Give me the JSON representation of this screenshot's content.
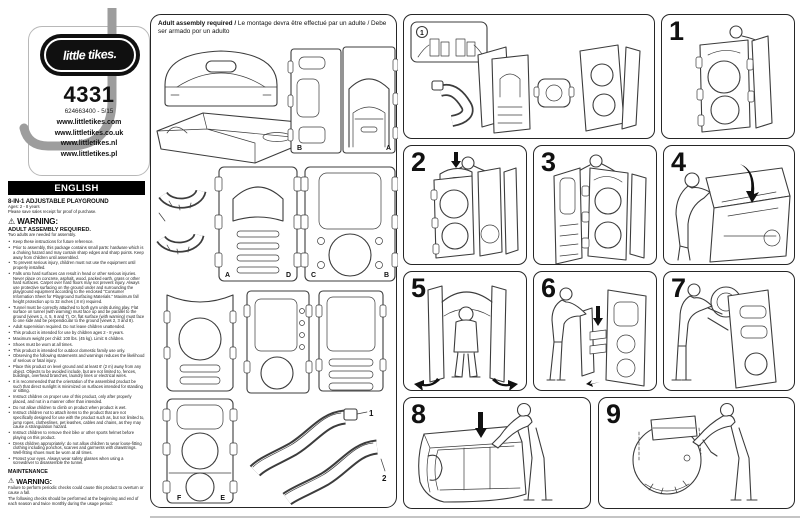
{
  "brand": {
    "logo_text": "little tikes.",
    "model_number": "4331",
    "part_code": "624663400 - 5/15",
    "websites": [
      "www.littletikes.com",
      "www.littletikes.co.uk",
      "www.littletikes.nl",
      "www.littletikes.pl"
    ]
  },
  "english": {
    "header": "ENGLISH",
    "product_title": "8-IN-1 ADJUSTABLE PLAYGROUND",
    "ages": "Ages: 2 - 8 years",
    "receipt_note": "Please save sales receipt for proof of purchase.",
    "warning_label": "WARNING:",
    "adult_assembly_heading": "ADULT ASSEMBLY REQUIRED.",
    "adult_assembly_sub": "Two adults are needed for assembly.",
    "bullets": [
      "Keep these instructions for future reference.",
      "Prior to assembly, this package contains small parts: hardware which is a choking hazard and may contain sharp edges and sharp points. Keep away from children until assembled.",
      "To prevent serious injury, children must not use the equipment until properly installed.",
      "Falls onto hard surfaces can result in head or other serious injuries. Never place on concrete, asphalt, wood, packed earth, grass or other hard surfaces. Carpet over hard floors may not prevent injury. Always use protective surfacing on the ground under and surrounding the playground equipment according to the enclosed \"Consumer Information Sheet for Playground Surfacing Materials.\" Maximum fall height protection up to 32 inches (.8 m) required.",
      "Tunnel must be correctly attached to both gym units during play. Flat surface on tunnel (with warning) must face up and be parallel to the ground (views 1, 4, 5, 6 and 7). Or, flat surface (with warning) must face to one side and be perpendicular to the ground (views 2, 3 and 8).",
      "Adult supervision required. Do not leave children unattended.",
      "This product is intended for use by children ages 2 - 8 years.",
      "Maximum weight per child: 100 lbs. (45 kg). Limit: 6 children.",
      "Shoes must be worn at all times.",
      "This product is intended for outdoor domestic family use only.",
      "Observing the following statements and warnings reduces the likelihood of serious or fatal injury.",
      "Place this product on level ground and at least 6' (2 m) away from any object. Objects to be avoided include, but are not limited to, fences, buildings, overhead branches, laundry lines or electrical wires.",
      "It is recommended that the orientation of the assembled product be such that direct sunlight is minimized on surfaces intended for standing or sitting.",
      "Instruct children on proper use of this product, only after properly placed, and not in a manner other than intended.",
      "Do not allow children to climb on product when product is wet.",
      "Instruct children not to attach items to the product that are not specifically designed for use with the product such as, but not limited to, jump ropes, clotheslines, pet leashes, cables and chains, as they may cause a strangulation hazard.",
      "Instruct children to remove their bike or other sports helmet before playing on this product.",
      "Dress children appropriately: do not allow children to wear loose-fitting clothing including ponchos, scarves and garments with drawstrings. Well-fitting shoes must be worn at all times.",
      "Protect your eyes. Always wear safety glasses when using a screwdriver to disassemble the tunnel."
    ],
    "maintenance": {
      "heading": "MAINTENANCE",
      "warning_label": "WARNING:",
      "text1": "Failure to perform periodic checks could cause this product to overturn or cause a fall.",
      "text2": "The following checks should be performed at the beginning and end of each season and twice monthly during the usage period:"
    }
  },
  "parts": {
    "header_bold": "Adult assembly required /",
    "header_rest": " Le montage devra être effectué par un adulte / Debe ser armado por un adulto",
    "panel_letter_labels": [
      "B",
      "A",
      "A",
      "D",
      "C",
      "B",
      "F",
      "E"
    ],
    "slide_labels": [
      "1",
      "2"
    ]
  },
  "steps": {
    "overview_inset_label": "1",
    "numbers": [
      "1",
      "2",
      "3",
      "4",
      "5",
      "6",
      "7",
      "8",
      "9"
    ]
  }
}
